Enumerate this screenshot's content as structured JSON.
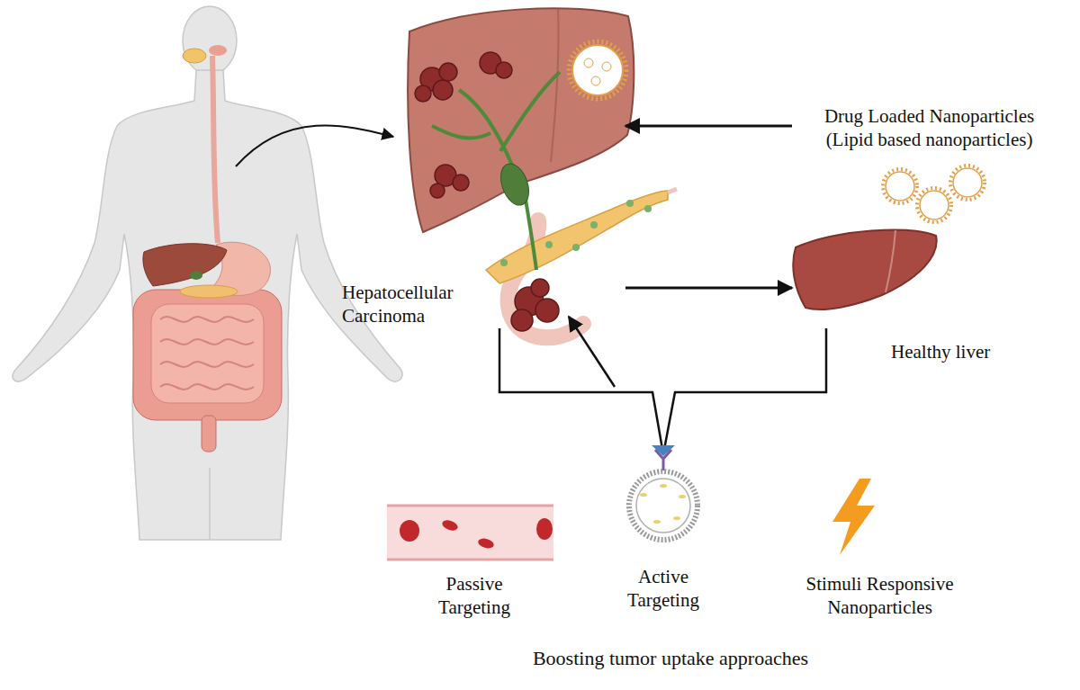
{
  "diagram": {
    "nodes": [
      {
        "text": [
          "Hepatocellular Carcinoma"
        ]
      },
      {
        "text": [
          "Drug Loaded Nanoparticles",
          "(Lipid based nanoparticles)"
        ]
      },
      {
        "text": [
          "Healthy liver"
        ]
      },
      {
        "text": [
          "Passive Targeting"
        ]
      },
      {
        "text": [
          "Active Targeting"
        ]
      },
      {
        "text": [
          "Stimuli Responsive Nanoparticles"
        ]
      }
    ],
    "edges": [
      {
        "from": 1,
        "to": 0,
        "arrow": "to"
      },
      {
        "from": 0,
        "to": 2,
        "arrow": "to"
      }
    ],
    "labels": [
      "Boosting tumor uptake approaches"
    ]
  }
}
